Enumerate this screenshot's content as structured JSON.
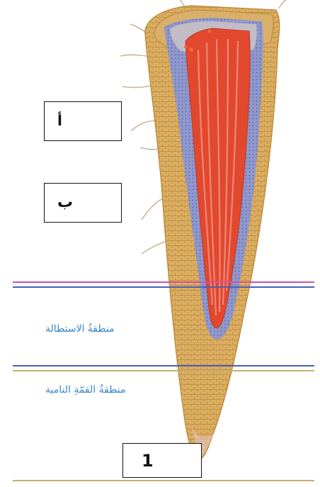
{
  "labels": {
    "box_a": "أ",
    "box_b": "ب",
    "box_1": "1"
  },
  "zones": {
    "elongation": "منطقةُ الاستطالة",
    "growing_tip": "منطقةُ القمّةِ النامية"
  },
  "colors": {
    "cortex": "#d9ab5e",
    "cortex_dark": "#b98537",
    "endodermis": "#8a95c8",
    "vascular": "#e2482e",
    "cap_top": "#e6c7d0",
    "zone_text": "#3a86c8",
    "line_pink": "#d94fa0",
    "line_blue": "#4a5fb5",
    "line_gold": "#c9b070"
  }
}
